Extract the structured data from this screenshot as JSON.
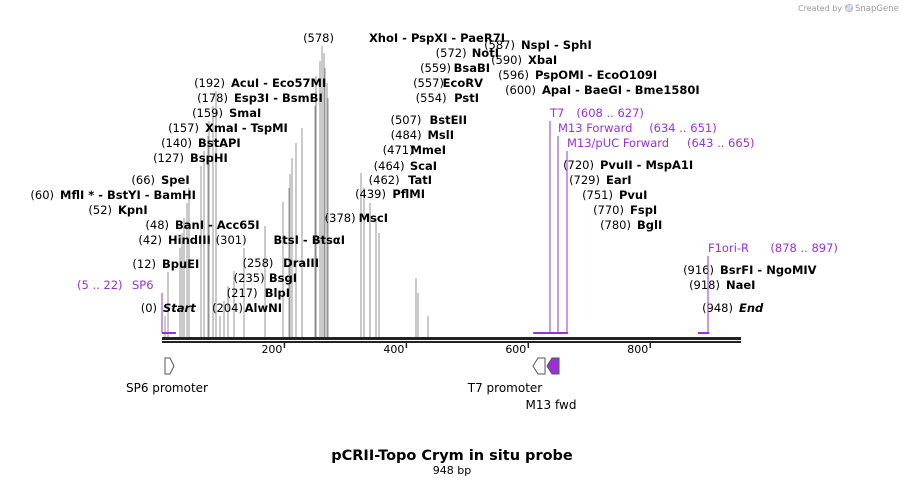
{
  "map": {
    "title": "pCRII-Topo Crym in situ probe",
    "subtitle": "948 bp",
    "credit": "Created by",
    "credit_brand": "SnapGene",
    "length": 948,
    "ticks": [
      {
        "pos": 200,
        "label": "200"
      },
      {
        "pos": 400,
        "label": "400"
      },
      {
        "pos": 600,
        "label": "600"
      },
      {
        "pos": 800,
        "label": "800"
      }
    ],
    "colors": {
      "primer": "#9b30d9",
      "backbone": "#222222",
      "feature_fill": "#ffffff",
      "m13_fill": "#9b30d9"
    }
  },
  "sites": [
    {
      "pos": "(0)",
      "name": "Start",
      "italic": true,
      "bp": 0
    },
    {
      "pos": "(12)",
      "name": "BpuEI",
      "bp": 12
    },
    {
      "pos": "(42)",
      "name": "HindIII",
      "bp": 42
    },
    {
      "pos": "(48)",
      "name": "BanI  -  Acc65I",
      "bp": 48
    },
    {
      "pos": "(52)",
      "name": "KpnI",
      "bp": 52
    },
    {
      "pos": "(60)",
      "name": "MflI *  -  BstYI  -  BamHI",
      "bp": 60
    },
    {
      "pos": "(66)",
      "name": "SpeI",
      "bp": 66
    },
    {
      "pos": "(127)",
      "name": "BspHI",
      "bp": 127
    },
    {
      "pos": "(140)",
      "name": "BstAPI",
      "bp": 140
    },
    {
      "pos": "(157)",
      "name": "XmaI  -  TspMI",
      "bp": 157
    },
    {
      "pos": "(159)",
      "name": "SmaI",
      "bp": 159
    },
    {
      "pos": "(178)",
      "name": "Esp3I  -  BsmBI",
      "bp": 178
    },
    {
      "pos": "(192)",
      "name": "AcuI  -  Eco57MI",
      "bp": 192
    },
    {
      "pos": "(204)",
      "name": "AlwNI",
      "bp": 204
    },
    {
      "pos": "(217)",
      "name": "BlpI",
      "bp": 217
    },
    {
      "pos": "(235)",
      "name": "BsgI",
      "bp": 235
    },
    {
      "pos": "(258)",
      "name": "DraIII",
      "bp": 258
    },
    {
      "pos": "(301)",
      "name": "BtsI  -  BtsαI",
      "bp": 301
    },
    {
      "pos": "(378)",
      "name": "MscI",
      "bp": 378
    },
    {
      "pos": "(439)",
      "name": "PflMI",
      "bp": 439
    },
    {
      "pos": "(462)",
      "name": "TatI",
      "bp": 462
    },
    {
      "pos": "(464)",
      "name": "ScaI",
      "bp": 464
    },
    {
      "pos": "(471)",
      "name": "MmeI",
      "bp": 471
    },
    {
      "pos": "(484)",
      "name": "MslI",
      "bp": 484
    },
    {
      "pos": "(507)",
      "name": "BstEII",
      "bp": 507
    },
    {
      "pos": "(554)",
      "name": "PstI",
      "bp": 554
    },
    {
      "pos": "(557)",
      "name": "EcoRV",
      "bp": 557
    },
    {
      "pos": "(559)",
      "name": "BsaBI",
      "bp": 559
    },
    {
      "pos": "(572)",
      "name": "NotI",
      "bp": 572
    },
    {
      "pos": "(578)",
      "name": "XhoI  -  PspXI  -  PaeR7I",
      "bp": 578
    },
    {
      "pos": "(587)",
      "name": "NspI  -  SphI",
      "bp": 587
    },
    {
      "pos": "(590)",
      "name": "XbaI",
      "bp": 590
    },
    {
      "pos": "(596)",
      "name": "PspOMI  -  EcoO109I",
      "bp": 596
    },
    {
      "pos": "(600)",
      "name": "ApaI  -  BaeGI  -  Bme1580I",
      "bp": 600
    },
    {
      "pos": "(720)",
      "name": "PvuII  -  MspA1I",
      "bp": 720
    },
    {
      "pos": "(729)",
      "name": "EarI",
      "bp": 729
    },
    {
      "pos": "(751)",
      "name": "PvuI",
      "bp": 751
    },
    {
      "pos": "(770)",
      "name": "FspI",
      "bp": 770
    },
    {
      "pos": "(780)",
      "name": "BglI",
      "bp": 780
    },
    {
      "pos": "(916)",
      "name": "BsrFI  -  NgoMIV",
      "bp": 916
    },
    {
      "pos": "(918)",
      "name": "NaeI",
      "bp": 918
    },
    {
      "pos": "(948)",
      "name": "End",
      "italic": true,
      "bp": 948
    }
  ],
  "primers": [
    {
      "name": "SP6",
      "range": "(5 .. 22)",
      "start": 5,
      "end": 22
    },
    {
      "name": "T7",
      "range": "(608 .. 627)",
      "start": 608,
      "end": 627
    },
    {
      "name": "M13 Forward",
      "range": "(634 .. 651)",
      "start": 634,
      "end": 651
    },
    {
      "name": "M13/pUC Forward",
      "range": "(643 .. 665)",
      "start": 643,
      "end": 665
    },
    {
      "name": "F1ori-R",
      "range": "(878 .. 897)",
      "start": 878,
      "end": 897
    }
  ],
  "features": [
    {
      "name": "SP6 promoter",
      "start": 5,
      "end": 22,
      "direction": "forward",
      "icon": "arrow-right-icon"
    },
    {
      "name": "T7 promoter",
      "start": 608,
      "end": 627,
      "direction": "reverse",
      "icon": "arrow-left-icon"
    },
    {
      "name": "M13 fwd",
      "start": 634,
      "end": 651,
      "direction": "reverse",
      "icon": "arrow-left-icon"
    }
  ]
}
